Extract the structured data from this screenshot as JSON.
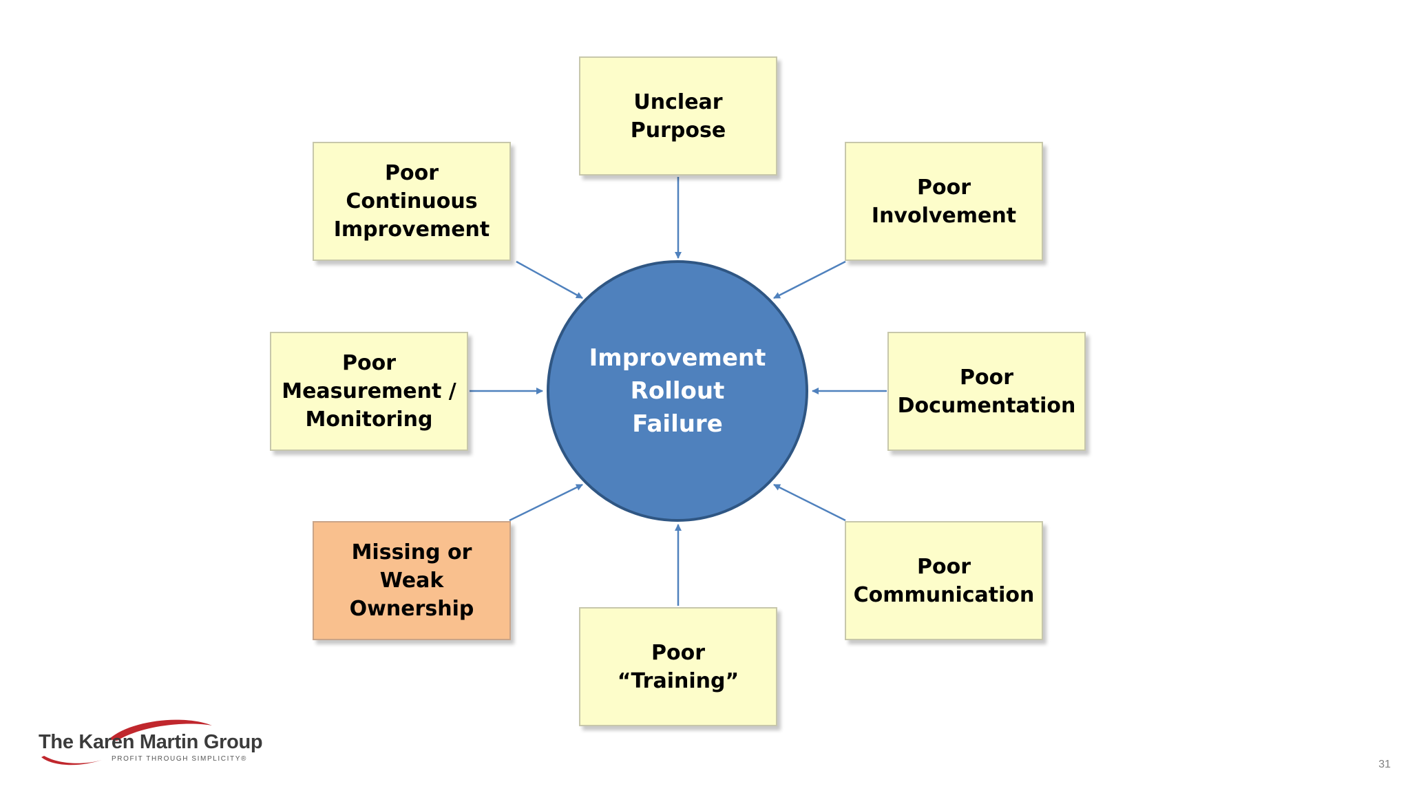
{
  "diagram": {
    "center": {
      "label": "Improvement\nRollout\nFailure",
      "color": "#4f81bd"
    },
    "causes": [
      {
        "id": "unclear-purpose",
        "label": "Unclear\nPurpose"
      },
      {
        "id": "poor-involvement",
        "label": "Poor\nInvolvement"
      },
      {
        "id": "poor-documentation",
        "label": "Poor\nDocumentation"
      },
      {
        "id": "poor-communication",
        "label": "Poor\nCommunication"
      },
      {
        "id": "poor-training",
        "label": "Poor\n“Training”"
      },
      {
        "id": "missing-or-weak-ownership",
        "label": "Missing or Weak\nOwnership",
        "highlighted": true
      },
      {
        "id": "poor-measurement-monitoring",
        "label": "Poor\nMeasurement /\nMonitoring"
      },
      {
        "id": "poor-continuous-improvement",
        "label": "Poor\nContinuous\nImprovement"
      }
    ],
    "box_color": "#fdfdca",
    "highlight_color": "#f9c08e",
    "arrow_color": "#4f81bd"
  },
  "logo": {
    "name": "The Karen Martin Group",
    "tagline": "PROFIT THROUGH SIMPLICITY®",
    "swoosh_color": "#c0272d"
  },
  "page_number": "31"
}
